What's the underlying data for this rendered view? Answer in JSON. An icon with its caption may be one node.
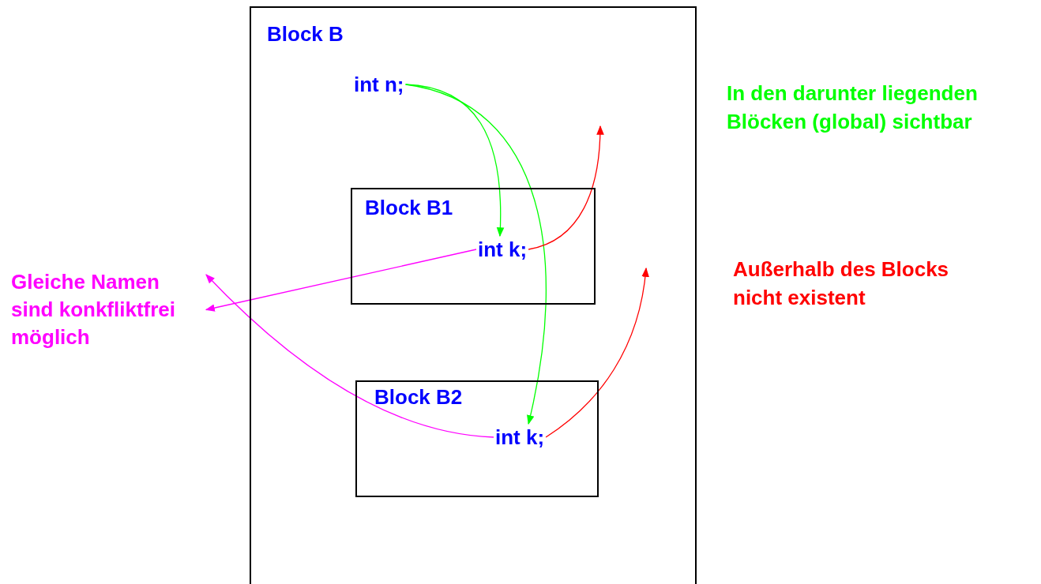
{
  "diagram": {
    "nodes": [
      {
        "text": [
          "Block B"
        ]
      },
      {
        "text": [
          "int n;"
        ],
        "in": 0
      },
      {
        "text": [
          "Block B1"
        ],
        "in": 0
      },
      {
        "text": [
          "int k;"
        ],
        "in": 2
      },
      {
        "text": [
          "Block B2"
        ],
        "in": 0
      },
      {
        "text": [
          "int k;"
        ],
        "in": 4
      },
      {
        "text": [
          "Gleiche Namen sind konkfliktfrei möglich"
        ]
      }
    ],
    "edges": [
      {
        "from": 1,
        "to": 3,
        "arrow": "to",
        "color": "#00ff00"
      },
      {
        "from": 1,
        "to": 5,
        "arrow": "to",
        "color": "#00ff00"
      },
      {
        "from": 3,
        "to": 6,
        "arrow": "to",
        "color": "#ff00ff"
      },
      {
        "from": 5,
        "to": 6,
        "arrow": "to",
        "color": "#ff00ff"
      },
      {
        "from": 3,
        "to": null,
        "arrow": "to",
        "color": "#ff0000"
      },
      {
        "from": 5,
        "to": null,
        "arrow": "to",
        "color": "#ff0000"
      }
    ],
    "labels": [
      "In den darunter liegenden Blöcken (global) sichtbar",
      "Außerhalb des Blocks nicht existent"
    ]
  }
}
